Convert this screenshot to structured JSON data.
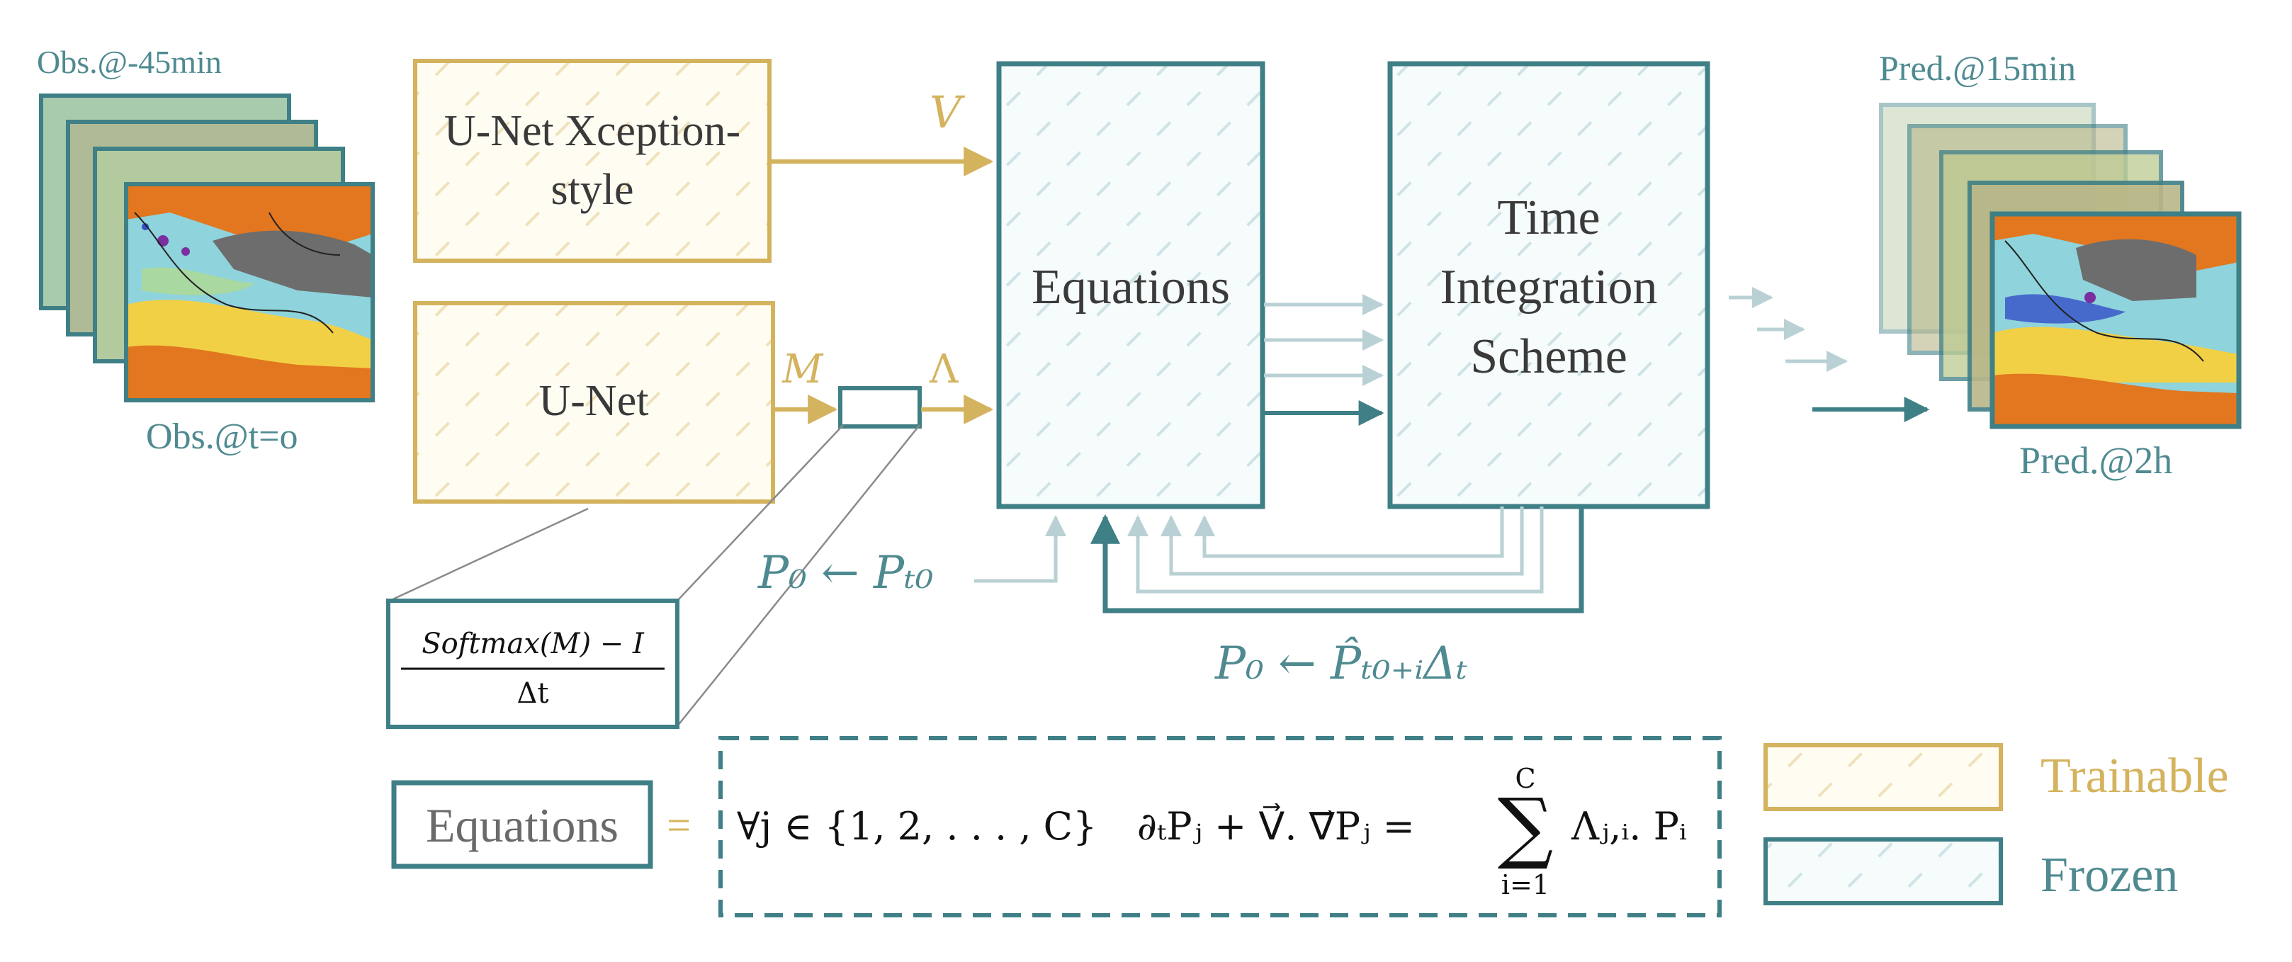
{
  "colors": {
    "gold": "#d4b35e",
    "teal": "#3f7f86",
    "teal_light": "#b9d0d4",
    "teal_text": "#4f8a91",
    "dark_text": "#3a3a3a",
    "trainable_fill": "#fffcf2",
    "frozen_fill": "#f6fbfc"
  },
  "inputs": {
    "obs_first_label": "Obs.@-45min",
    "obs_last_label": "Obs.@t=o"
  },
  "outputs": {
    "pred_first_label": "Pred.@15min",
    "pred_last_label": "Pred.@2h"
  },
  "blocks": {
    "unet_xception_line1": "U-Net Xception-",
    "unet_xception_line2": "style",
    "unet": "U-Net",
    "equations": "Equations",
    "time_integration_line1": "Time",
    "time_integration_line2": "Integration",
    "time_integration_line3": "Scheme"
  },
  "arrows": {
    "v_label": "V",
    "m_label": "M",
    "lambda_label": "Λ"
  },
  "softmax": {
    "numerator": "Softmax(M) − I",
    "denominator": "Δt"
  },
  "init": {
    "p0_from_pt0": "P₀ ← Pₜ₀",
    "p0_from_pred": "P₀ ← P̂ₜ₀₊ᵢΔₜ"
  },
  "equation_def": {
    "box_label": "Equations",
    "equals": "=",
    "quantifier": "∀j ∈ {1, 2, . . . , C}",
    "pde": "∂ₜPⱼ + V⃗. ∇⃗Pⱼ =",
    "sum_top": "C",
    "sum_symbol": "∑",
    "sum_bottom": "i=1",
    "sum_term": "Λⱼ,ᵢ. Pᵢ"
  },
  "legend": {
    "trainable": "Trainable",
    "frozen": "Frozen"
  }
}
